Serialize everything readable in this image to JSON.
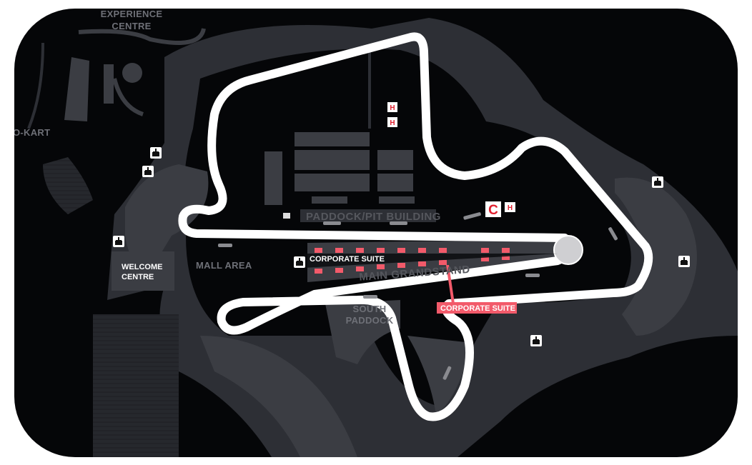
{
  "map": {
    "labels": {
      "experience_centre_1": "EXPERIENCE",
      "experience_centre_2": "CENTRE",
      "go_kart": "O-KART",
      "welcome_centre_1": "WELCOME",
      "welcome_centre_2": "CENTRE",
      "mall_area": "MALL AREA",
      "paddock_pit": "PADDOCK/PIT BUILDING",
      "main_grandstand": "MAIN GRANDSTAND",
      "south_paddock_1": "SOUTH",
      "south_paddock_2": "PADDOCK",
      "corporate_suite_1": "CORPORATE SUITE",
      "corporate_suite_2": "CORPORATE SUITE",
      "helipad": "H",
      "medical": "C"
    },
    "icons": [
      "grandstand-marker-icon",
      "helipad-icon",
      "medical-crescent-icon"
    ],
    "colors": {
      "background": "#050608",
      "terrain": "#2d2f35",
      "building": "#3b3d43",
      "track": "#ffffff",
      "highlight": "#f25a6a",
      "label": "#6e7077"
    }
  }
}
